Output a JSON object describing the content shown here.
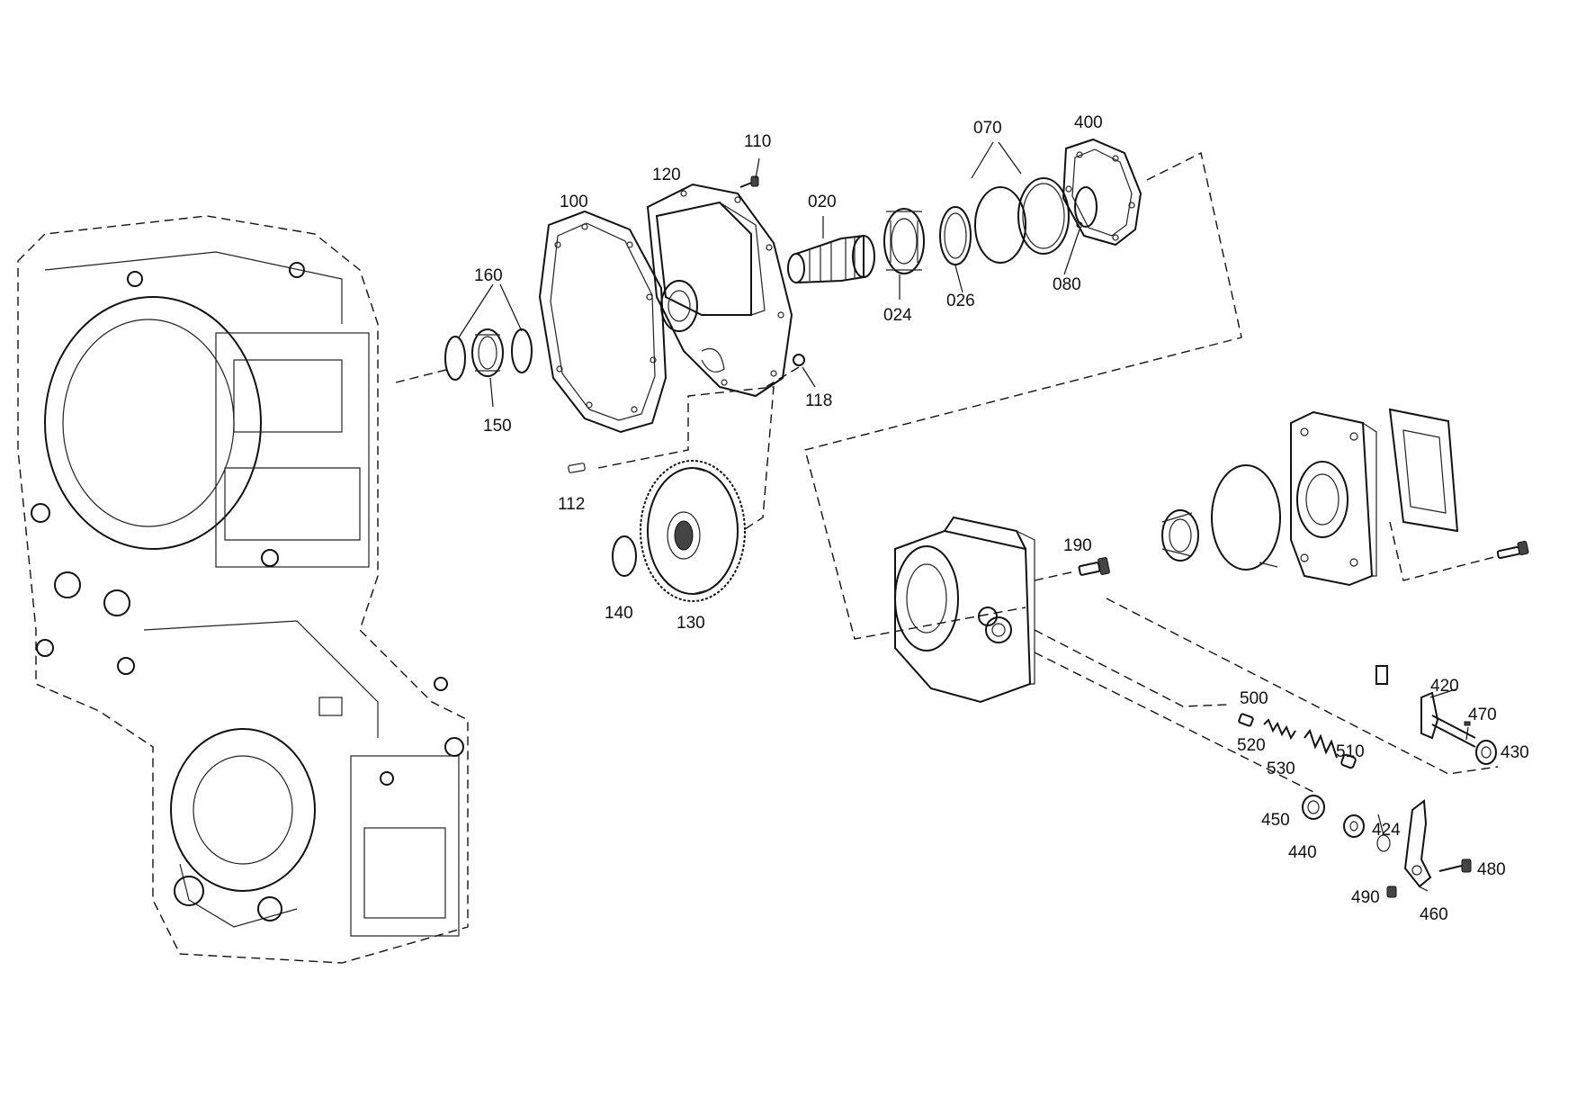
{
  "labels": {
    "l020": "020",
    "l024": "024",
    "l026": "026",
    "l070": "070",
    "l080": "080",
    "l100": "100",
    "l110": "110",
    "l112": "112",
    "l118": "118",
    "l120": "120",
    "l130": "130",
    "l140": "140",
    "l150": "150",
    "l160": "160",
    "l190": "190",
    "l400": "400",
    "l420": "420",
    "l424": "424",
    "l430": "430",
    "l440": "440",
    "l450": "450",
    "l460": "460",
    "l470": "470",
    "l480": "480",
    "l490": "490",
    "l500": "500",
    "l510": "510",
    "l520": "520",
    "l530": "530"
  }
}
